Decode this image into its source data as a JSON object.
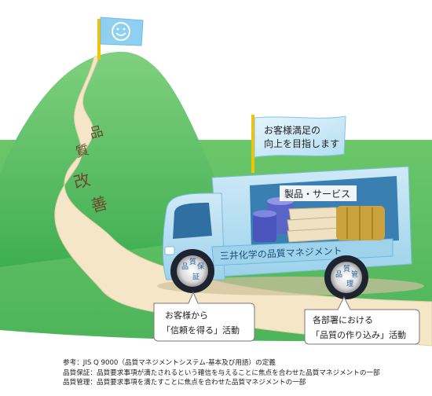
{
  "road_label": [
    "品",
    "質",
    "改",
    "善"
  ],
  "goal_flag": {
    "icon": "smiley-icon"
  },
  "truck": {
    "flag_text": [
      "お客様満足の",
      "向上を目指します"
    ],
    "side_label": "三井化学の品質マネジメント",
    "cargo_label": "製品・サービス",
    "rear_wheel_chars": [
      "品",
      "質",
      "保",
      "証"
    ],
    "front_wheel_chars": [
      "品",
      "質",
      "管",
      "理"
    ]
  },
  "callouts": {
    "left": [
      "お客様から",
      "「信頼を得る」活動"
    ],
    "right": [
      "各部署における",
      "「品質の作り込み」活動"
    ]
  },
  "notes": [
    "参考：JIS Q 9000（品質マネジメントシステム-基本及び用語）の定義",
    "品質保証：品質要求事項が満たされるという確信を与えることに焦点を合わせた品質マネジメントの一部",
    "品質管理：品質要求事項を満たすことに焦点を合わせた品質マネジメントの一部"
  ],
  "colors": {
    "hill": "#5ec26a",
    "road": "#f3e4c4",
    "flag": "#8fd0f0",
    "truck_body": "#b8e0f2",
    "truck_label_bar": "#9fd3ec",
    "pole": "#f2c400"
  }
}
